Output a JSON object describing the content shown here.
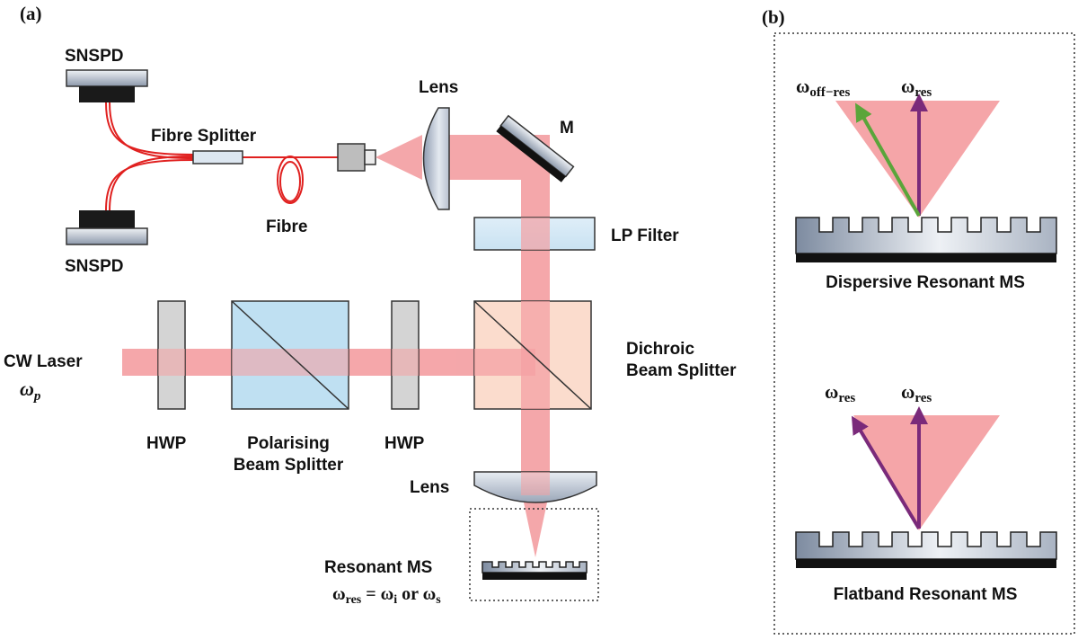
{
  "panel_a": {
    "tag": "(a)",
    "snspd_top": "SNSPD",
    "snspd_bottom": "SNSPD",
    "fibre_splitter": "Fibre Splitter",
    "fibre": "Fibre",
    "lens_top": "Lens",
    "mirror": "M",
    "lp_filter": "LP Filter",
    "cw_laser": "CW Laser",
    "omega_p_sym": "ω",
    "omega_p_sub": "p",
    "dichroic_line1": "Dichroic",
    "dichroic_line2": "Beam Splitter",
    "hwp_left": "HWP",
    "pbs_line1": "Polarising",
    "pbs_line2": "Beam Splitter",
    "hwp_right": "HWP",
    "lens_bottom": "Lens",
    "resonant_ms": "Resonant MS",
    "eq_omega": "ω",
    "eq_res": "res",
    "eq_mid": " = ω",
    "eq_i": "i",
    "eq_or": " or ω",
    "eq_s": "s"
  },
  "panel_b": {
    "tag": "(b)",
    "off_res_sym": "ω",
    "off_res_sub": "off−res",
    "res1_sym": "ω",
    "res1_sub": "res",
    "dispersive_label": "Dispersive Resonant MS",
    "res2_sym": "ω",
    "res2_sub": "res",
    "res3_sym": "ω",
    "res3_sub": "res",
    "flatband_label": "Flatband Resonant MS"
  },
  "colors": {
    "beam": "#f4a0a3",
    "fibre_red": "#e0201f",
    "purple_arrow": "#7a2a7a",
    "green_arrow": "#5aa53a",
    "blue_optic": "#bfe0f2",
    "peach_optic": "#fbdccd",
    "grey_optic": "#d4d4d4"
  }
}
